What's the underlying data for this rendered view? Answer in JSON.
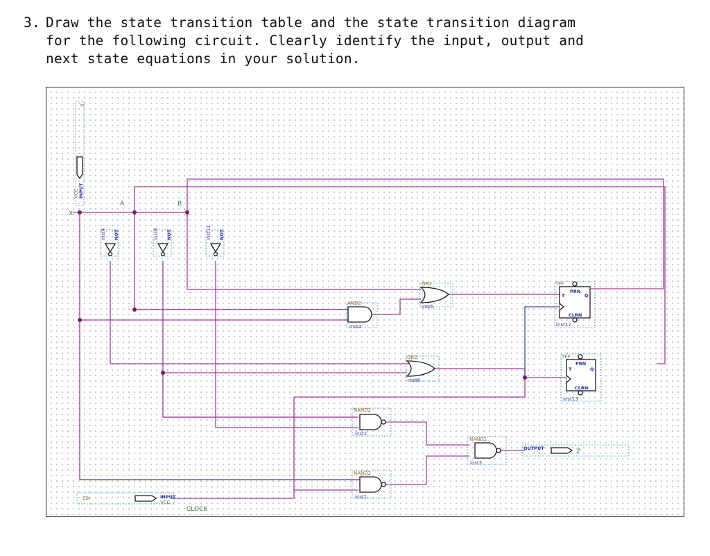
{
  "question": {
    "number": "3.",
    "line1": "Draw the state transition table and the state transition diagram",
    "line2": "for the following circuit. Clearly identify the input, output and",
    "line3": "next state equations in your solution."
  },
  "schematic": {
    "inputs": {
      "x_label": "X",
      "x_pin": "INPUT",
      "x_vcc": "VCC",
      "clk_label": "Clk",
      "clk_pin": "INPUT",
      "clk_vcc": "VCC",
      "clock_net": "CLOCK"
    },
    "nets": {
      "a": "A",
      "b": "B",
      "x": "X"
    },
    "inverters": [
      {
        "type": "NOT",
        "inst": "inst4"
      },
      {
        "type": "NOT",
        "inst": "inst9"
      },
      {
        "type": "NOT",
        "inst": "inst11"
      }
    ],
    "gates": {
      "or_top": {
        "type": "OR2",
        "inst": "inst5"
      },
      "and": {
        "type": "AND2",
        "inst": "inst4"
      },
      "or_mid": {
        "type": "OR2",
        "inst": "inst6"
      },
      "nand_a": {
        "type": "NAND2",
        "inst": "inst2"
      },
      "nand_b": {
        "type": "NAND2",
        "inst": "inst1"
      },
      "nand_out": {
        "type": "NAND2",
        "inst": "inst3"
      }
    },
    "flipflops": [
      {
        "type": "TFF",
        "prn": "PRN",
        "t": "T",
        "q": "Q",
        "clrn": "CLRN",
        "inst": "inst12"
      },
      {
        "type": "TFF",
        "prn": "PRN",
        "t": "T",
        "q": "Q",
        "clrn": "CLRN",
        "inst": "inst13"
      }
    ],
    "output": {
      "pin": "OUTPUT",
      "name": "Z"
    }
  }
}
